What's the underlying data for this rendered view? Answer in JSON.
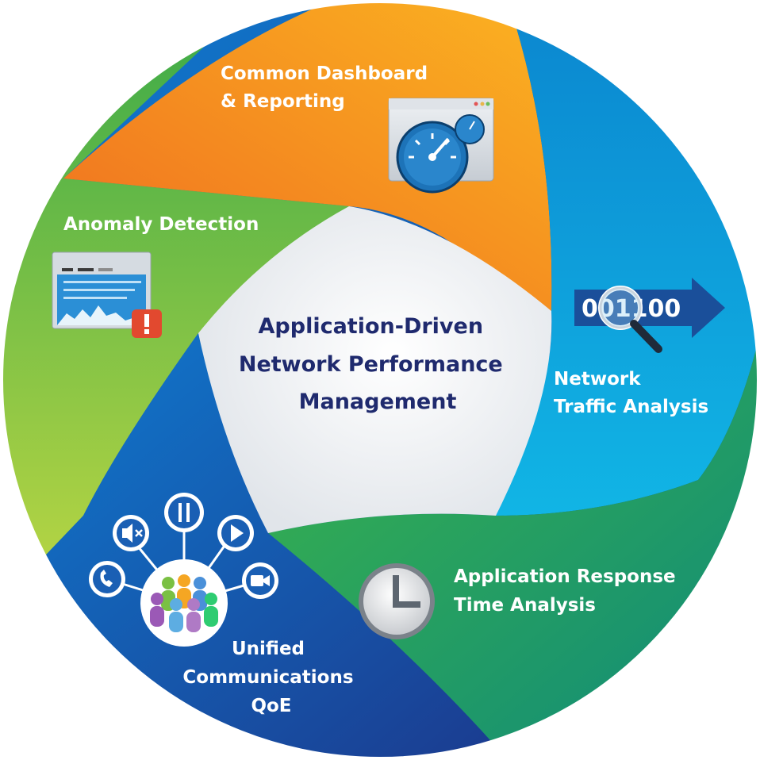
{
  "center_title": [
    "Application-Driven",
    "Network Performance",
    "Management"
  ],
  "segments": [
    {
      "id": "dashboard",
      "label": [
        "Common Dashboard",
        "& Reporting"
      ],
      "icon": "dashboard-gauge-icon",
      "color": "#f7941d"
    },
    {
      "id": "traffic",
      "label": [
        "Network",
        "Traffic Analysis"
      ],
      "icon": "binary-magnifier-icon",
      "color": "#0ea5dc"
    },
    {
      "id": "response",
      "label": [
        "Application Response",
        "Time Analysis"
      ],
      "icon": "clock-icon",
      "color": "#2eaa4a"
    },
    {
      "id": "uc",
      "label": [
        "Unified",
        "Communications",
        "QoE"
      ],
      "icon": "people-network-icon",
      "color": "#1565c0"
    },
    {
      "id": "anomaly",
      "label": [
        "Anomaly Detection"
      ],
      "icon": "alert-window-icon",
      "color": "#45b649"
    }
  ],
  "binary_text": "001100"
}
